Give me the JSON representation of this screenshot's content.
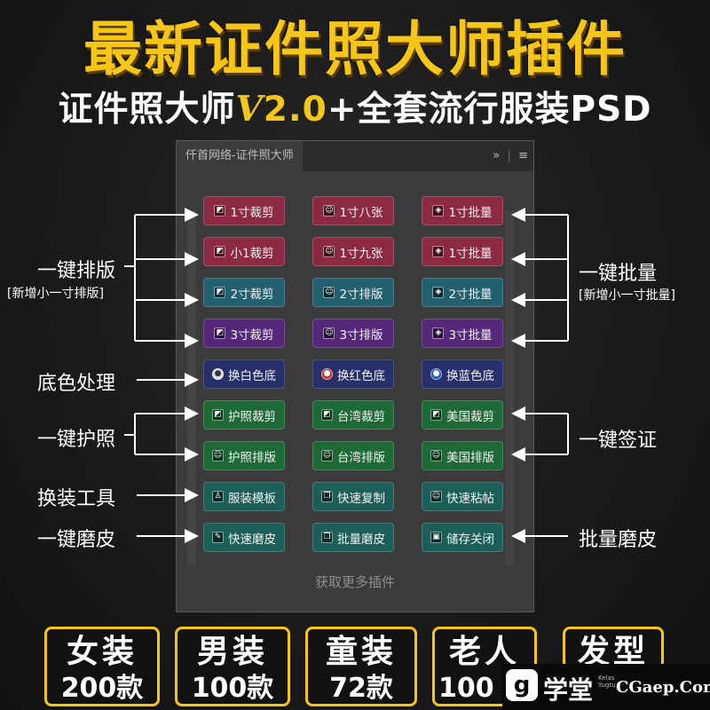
{
  "header": {
    "title": "最新证件照大师插件",
    "subtitle_prefix": "证件照大师",
    "version_v": "V",
    "version_num": "2.0",
    "subtitle_suffix": "+全套流行服装PSD"
  },
  "panel": {
    "tab_title": "仟首网络-证件照大师",
    "collapse_icon": "»",
    "menu_icon": "≡",
    "footer_link": "获取更多插件",
    "buttons": [
      [
        "1寸裁剪",
        "1寸八张",
        "1寸批量"
      ],
      [
        "小1裁剪",
        "1寸九张",
        "1寸批量"
      ],
      [
        "2寸裁剪",
        "2寸排版",
        "2寸批量"
      ],
      [
        "3寸裁剪",
        "3寸排版",
        "3寸批量"
      ],
      [
        "换白色底",
        "换红色底",
        "换蓝色底"
      ],
      [
        "护照裁剪",
        "台湾裁剪",
        "美国裁剪"
      ],
      [
        "护照排版",
        "台湾排版",
        "美国排版"
      ],
      [
        "服装模板",
        "快速复制",
        "快速粘帖"
      ],
      [
        "快速磨皮",
        "批量磨皮",
        "储存关闭"
      ]
    ]
  },
  "left_labels": {
    "layout": "一键排版",
    "layout_note": "[新增小一寸排版]",
    "bg": "底色处理",
    "passport": "一键护照",
    "outfit": "换装工具",
    "smooth": "一键磨皮"
  },
  "right_labels": {
    "batch": "一键批量",
    "batch_note": "[新增小一寸批量]",
    "visa": "一键签证",
    "batch_smooth": "批量磨皮"
  },
  "badges": [
    {
      "title": "女装",
      "count": "200款"
    },
    {
      "title": "男装",
      "count": "100款"
    },
    {
      "title": "童装",
      "count": "72款"
    },
    {
      "title": "老人",
      "count": "100"
    },
    {
      "title": "发型",
      "count": ""
    }
  ],
  "logo": {
    "glyph": "g",
    "name": "学堂",
    "small": "Kelas Yugtu",
    "site": "CGaep.Com"
  },
  "colors": {
    "accent": "#f5c518",
    "red_button": "#8b2a42",
    "teal_button": "#226070",
    "purple_button": "#55287a",
    "navy_button": "#27306b",
    "green_button": "#1e6a36"
  }
}
